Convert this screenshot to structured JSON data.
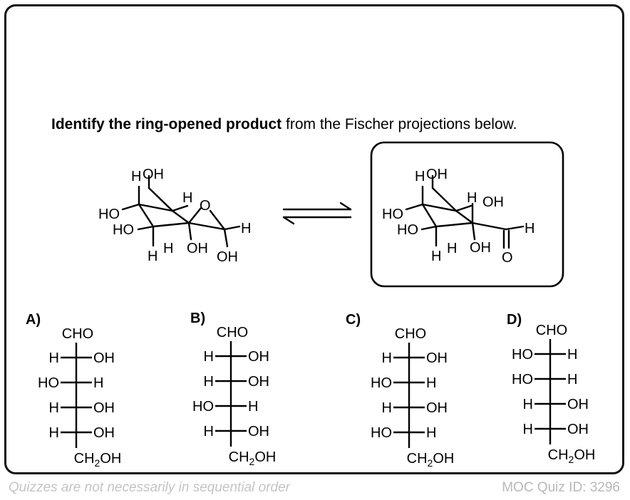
{
  "prompt": {
    "bold": "Identify the ring-opened product",
    "rest": " from the Fischer projections below."
  },
  "footer": {
    "left": "Quizzes are not necessarily in sequential order",
    "right": "MOC Quiz ID: 3296"
  },
  "ring_structure": {
    "labels": {
      "ho_top": "OH",
      "h_top": "H",
      "ho_left": "HO",
      "ho_left2": "HO",
      "h_mid": "H",
      "o_ring": "O",
      "h_right": "H",
      "h_bot1": "H",
      "h_bot2": "H",
      "oh_bot": "OH",
      "oh_anomeric": "OH"
    }
  },
  "open_structure": {
    "labels": {
      "ho_top": "OH",
      "h_top": "H",
      "ho_left": "HO",
      "ho_left2": "HO",
      "h_mid": "H",
      "oh_right": "OH",
      "h_ald": "H",
      "o_ald": "O",
      "h_bot1": "H",
      "h_bot2": "H",
      "oh_bot": "OH"
    }
  },
  "options": [
    {
      "label": "A)",
      "top": "CHO",
      "rows": [
        [
          "H",
          "OH"
        ],
        [
          "HO",
          "H"
        ],
        [
          "H",
          "OH"
        ],
        [
          "H",
          "OH"
        ]
      ],
      "bottom": "CH₂OH"
    },
    {
      "label": "B)",
      "top": "CHO",
      "rows": [
        [
          "H",
          "OH"
        ],
        [
          "H",
          "OH"
        ],
        [
          "HO",
          "H"
        ],
        [
          "H",
          "OH"
        ]
      ],
      "bottom": "CH₂OH"
    },
    {
      "label": "C)",
      "top": "CHO",
      "rows": [
        [
          "H",
          "OH"
        ],
        [
          "HO",
          "H"
        ],
        [
          "H",
          "OH"
        ],
        [
          "HO",
          "H"
        ]
      ],
      "bottom": "CH₂OH"
    },
    {
      "label": "D)",
      "top": "CHO",
      "rows": [
        [
          "HO",
          "H"
        ],
        [
          "HO",
          "H"
        ],
        [
          "H",
          "OH"
        ],
        [
          "H",
          "OH"
        ]
      ],
      "bottom": "CH₂OH"
    }
  ]
}
